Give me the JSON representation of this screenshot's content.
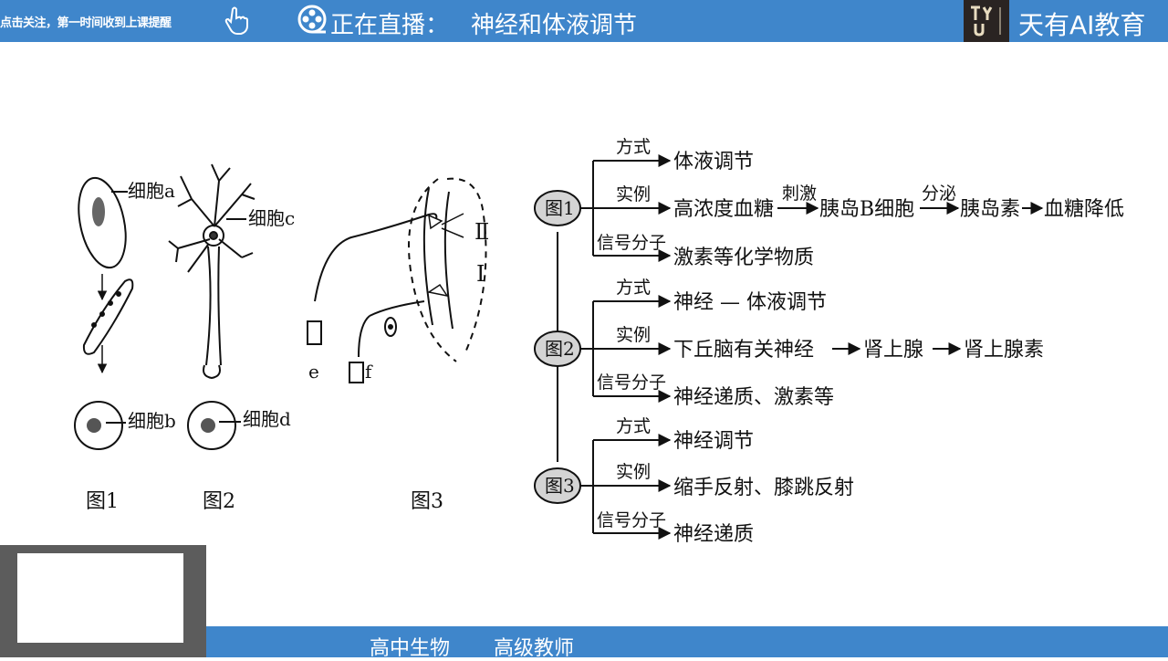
{
  "header": {
    "follow_text": "点击关注，第一时间收到上课提醒",
    "live_label": "正在直播：",
    "lesson_title": "神经和体液调节",
    "brand_name": "天有AI教育",
    "colors": {
      "bar": "#3f86cb"
    }
  },
  "icons": {
    "hand": "pointing-hand-icon",
    "reel": "film-reel-icon",
    "logo": "tyu-logo"
  },
  "figures": {
    "cell_a": "细胞a",
    "cell_b": "细胞b",
    "cell_c": "细胞c",
    "cell_d": "细胞d",
    "fig1": "图1",
    "fig2": "图2",
    "fig3": "图3",
    "roman2": "Ⅱ",
    "roman1": "Ⅰ",
    "label_e": "e",
    "label_f": "f"
  },
  "concept_map": {
    "groups": [
      {
        "node": "图1",
        "way_label": "方式",
        "way": "体液调节",
        "example_label": "实例",
        "example": [
          "高浓度血糖",
          "刺激",
          "胰岛B细胞",
          "分泌",
          "胰岛素",
          "血糖降低"
        ],
        "signal_label": "信号分子",
        "signal": "激素等化学物质"
      },
      {
        "node": "图2",
        "way_label": "方式",
        "way": "神经 — 体液调节",
        "example_label": "实例",
        "example": [
          "下丘脑有关神经",
          "肾上腺",
          "肾上腺素"
        ],
        "signal_label": "信号分子",
        "signal": "神经递质、激素等"
      },
      {
        "node": "图3",
        "way_label": "方式",
        "way": "神经调节",
        "example_label": "实例",
        "example": [
          "缩手反射、膝跳反射"
        ],
        "signal_label": "信号分子",
        "signal": "神经递质"
      }
    ]
  },
  "footer": {
    "subject": "高中生物",
    "teacher": "高级教师"
  }
}
